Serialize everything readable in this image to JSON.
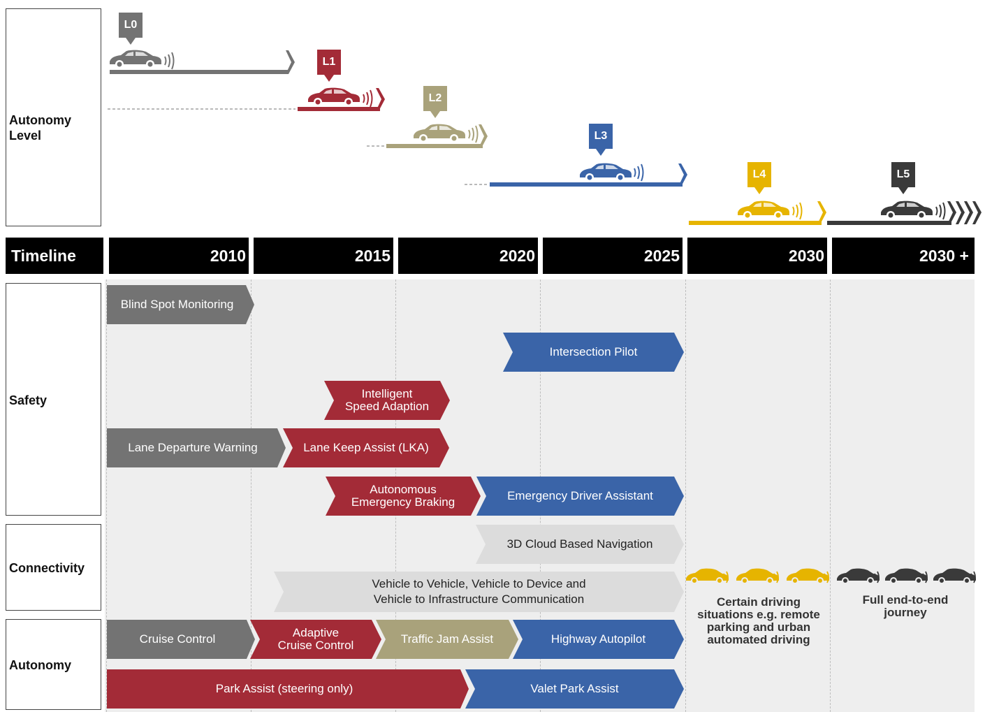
{
  "row_labels": {
    "autonomy_level": "Autonomy\nLevel",
    "timeline": "Timeline",
    "safety": "Safety",
    "connectivity": "Connectivity",
    "autonomy": "Autonomy"
  },
  "timeline": [
    "2010",
    "2015",
    "2020",
    "2025",
    "2030",
    "2030 +"
  ],
  "levels": [
    {
      "label": "L0",
      "color": "#737373"
    },
    {
      "label": "L1",
      "color": "#a32b37"
    },
    {
      "label": "L2",
      "color": "#a9a27b"
    },
    {
      "label": "L3",
      "color": "#3a64a8"
    },
    {
      "label": "L4",
      "color": "#e6b400"
    },
    {
      "label": "L5",
      "color": "#3a3a3a"
    }
  ],
  "safety": {
    "blind_spot": "Blind Spot Monitoring",
    "intersection_pilot": "Intersection Pilot",
    "isa": "Intelligent\nSpeed Adaption",
    "ldw": "Lane Departure Warning",
    "lka": "Lane Keep Assist (LKA)",
    "aeb": "Autonomous\nEmergency Braking",
    "eda": "Emergency Driver Assistant"
  },
  "connectivity": {
    "cloud_nav": "3D Cloud Based Navigation",
    "v2x": "Vehicle to Vehicle, Vehicle to Device and\nVehicle to Infrastructure Communication"
  },
  "autonomy": {
    "cruise": "Cruise Control",
    "acc": "Adaptive\nCruise Control",
    "tja": "Traffic Jam Assist",
    "highway": "Highway Autopilot",
    "park": "Park Assist (steering only)",
    "valet": "Valet Park Assist"
  },
  "captions": {
    "l4": "Certain driving\nsituations e.g. remote\nparking and urban\nautomated driving",
    "l5": "Full end-to-end\njourney"
  },
  "colors": {
    "gray": "#737373",
    "red": "#a32b37",
    "blue": "#3a64a8",
    "tan": "#a9a27b",
    "yellow": "#e6b400",
    "dark": "#3a3a3a"
  }
}
